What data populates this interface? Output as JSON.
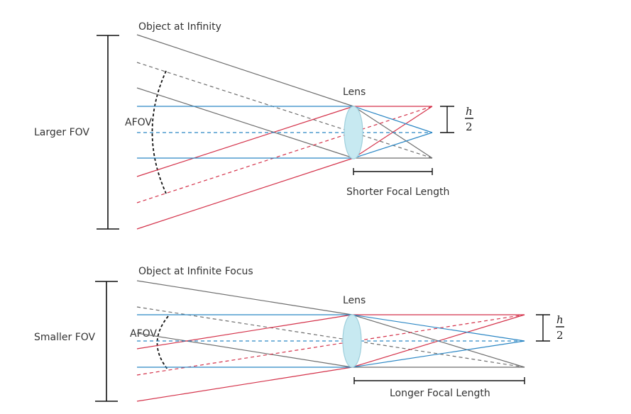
{
  "colors": {
    "gray_ray": "#6e6e6e",
    "red_ray": "#d4324a",
    "blue_ray": "#2a86c4",
    "lens_fill": "#c7e9f1",
    "lens_stroke": "#9fcfdc",
    "black": "#111111"
  },
  "top_panel": {
    "object_label": "Object at Infinity",
    "fov_label": "Larger FOV",
    "afov_label": "AFOV",
    "lens_label": "Lens",
    "focal_label": "Shorter Focal Length",
    "h_numerator": "h",
    "h_denominator": "2"
  },
  "bottom_panel": {
    "object_label": "Object at Infinite Focus",
    "fov_label": "Smaller FOV",
    "afov_label": "AFOV",
    "lens_label": "Lens",
    "focal_label": "Longer Focal Length",
    "h_numerator": "h",
    "h_denominator": "2"
  }
}
